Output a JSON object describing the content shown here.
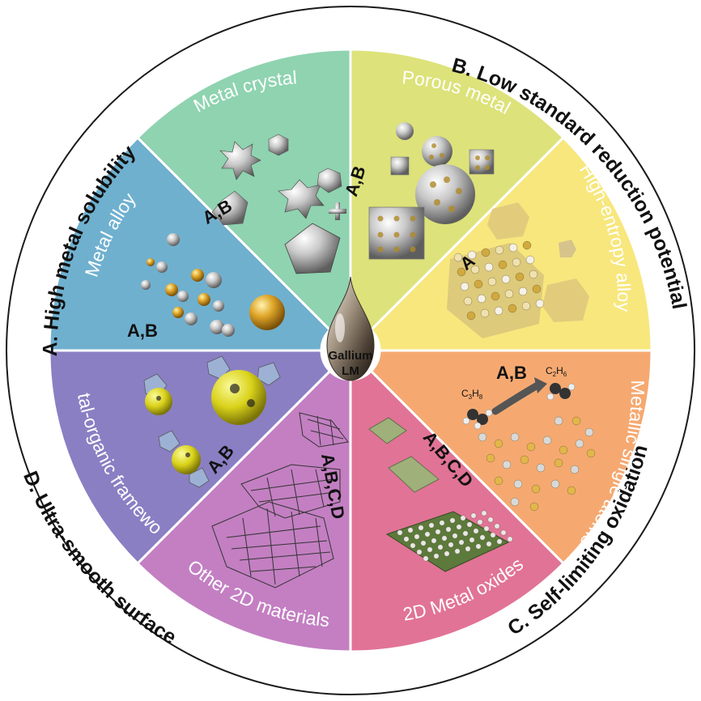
{
  "center": {
    "line1": "Gallium",
    "line2": "LM"
  },
  "outer_ring": [
    {
      "id": "A",
      "text": "A. High metal solubility"
    },
    {
      "id": "B",
      "text": "B. Low standard reduction potential"
    },
    {
      "id": "C",
      "text": "C. Self-limiting oxidation"
    },
    {
      "id": "D",
      "text": "D. Ultra-smooth surface"
    }
  ],
  "sectors": [
    {
      "title": "Metal crystal",
      "label": "A,B",
      "color": "#dde27a"
    },
    {
      "title": "Porous metal",
      "label": "A,B",
      "color": "#f7e77d"
    },
    {
      "title": "High-entropy alloy",
      "label": "A",
      "color": "#f5a971"
    },
    {
      "title": "Metallic single atoms",
      "label": "A,B",
      "color": "#e17396"
    },
    {
      "title": "2D Metal oxides",
      "label": "A,B,C,D",
      "color": "#c37fc2"
    },
    {
      "title": "Other 2D materials",
      "label": "A,B,C,D",
      "color": "#8a7fc3"
    },
    {
      "title": "Metal-organic frameworks",
      "label": "A,B",
      "color": "#6fb0cf"
    },
    {
      "title": "Metal alloy",
      "label": "A,B",
      "color": "#8fd3b0"
    }
  ],
  "formulas": {
    "c3h8": [
      "C",
      "3",
      "H",
      "8"
    ],
    "c2h6": [
      "C",
      "2",
      "H",
      "6"
    ]
  }
}
